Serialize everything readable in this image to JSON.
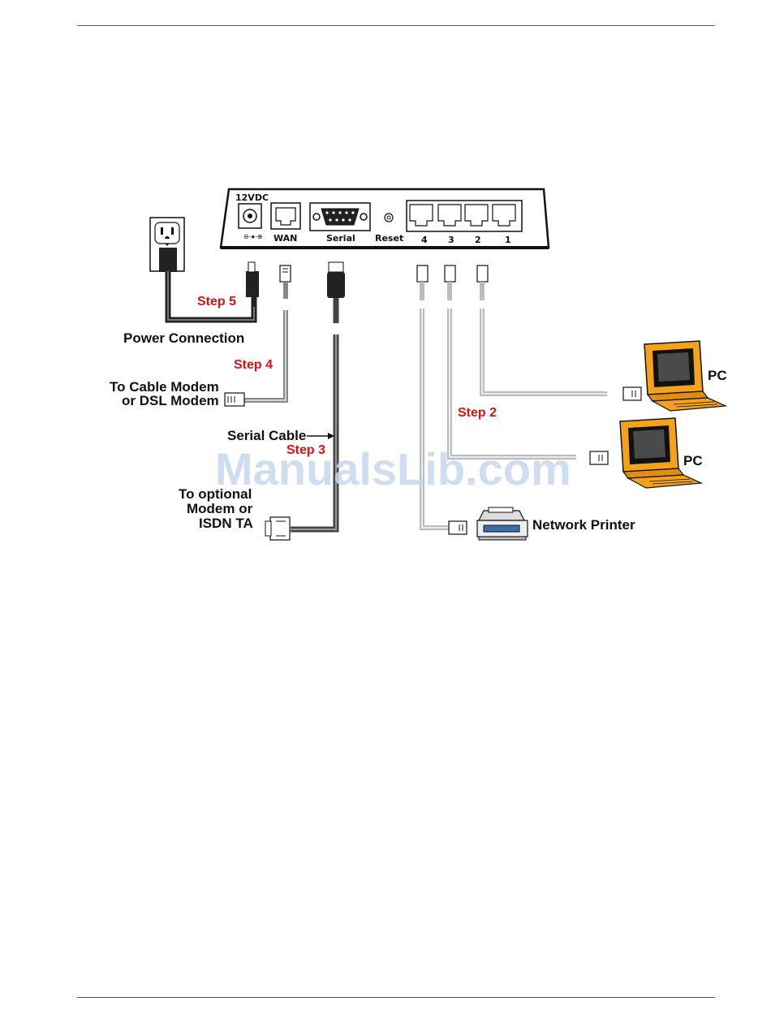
{
  "router": {
    "power_label": "12VDC",
    "wan_label": "WAN",
    "serial_label": "Serial",
    "reset_label": "Reset",
    "lan_port_labels": [
      "4",
      "3",
      "2",
      "1"
    ]
  },
  "labels": {
    "power_connection": "Power Connection",
    "cable_modem_line1": "To Cable Modem",
    "cable_modem_line2": "or DSL Modem",
    "serial_cable": "Serial Cable",
    "optional_line1": "To optional",
    "optional_line2": "Modem or",
    "optional_line3": "ISDN TA",
    "pc_top": "PC",
    "pc_bottom": "PC",
    "network_printer": "Network Printer"
  },
  "steps": {
    "step5": "Step 5",
    "step4": "Step 4",
    "step3": "Step 3",
    "step2": "Step 2"
  },
  "watermark": "ManualsLib.com",
  "colors": {
    "step_text": "#e01010",
    "pc_body": "#f4a21a",
    "cable_gray": "#bdbdbd",
    "cable_dark": "#444444"
  }
}
